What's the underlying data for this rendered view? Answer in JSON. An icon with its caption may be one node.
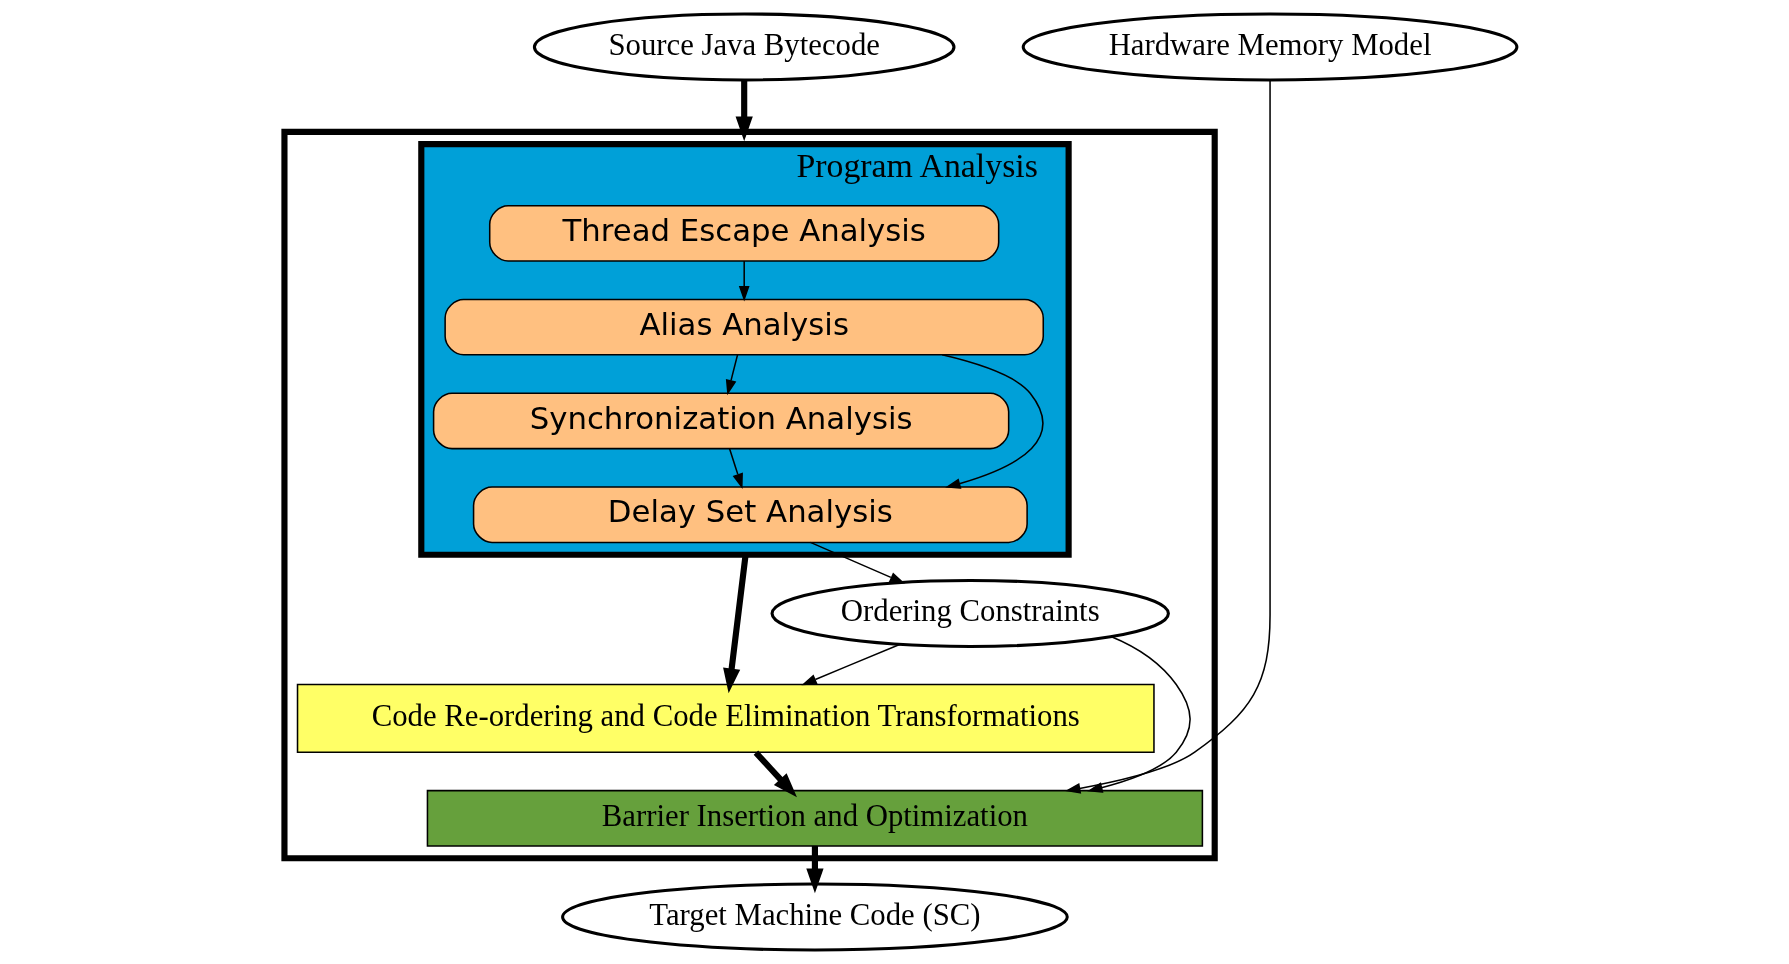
{
  "diagram": {
    "nodes": [
      {
        "text": [
          "Source Java Bytecode"
        ]
      },
      {
        "text": [
          "Hardware Memory Model"
        ]
      },
      {
        "text": [],
        "shape": "box"
      },
      {
        "text": [
          "Program Analysis"
        ],
        "in": 2
      },
      {
        "text": [
          "Thread Escape Analysis"
        ],
        "in": 3
      },
      {
        "text": [
          "Alias Analysis"
        ],
        "in": 3
      },
      {
        "text": [
          "Synchronization Analysis"
        ],
        "in": 3
      },
      {
        "text": [
          "Delay Set Analysis"
        ],
        "in": 3
      },
      {
        "text": [
          "Code Re-ordering and Code Elimination Transformations"
        ],
        "in": 2
      },
      {
        "text": [
          "Ordering Constraints"
        ],
        "in": 2
      },
      {
        "text": [
          "Barrier Insertion and Optimization"
        ],
        "in": 2
      },
      {
        "text": [
          "Target Machine Code (SC)"
        ]
      }
    ],
    "edges": [
      {
        "from": 0,
        "to": 2,
        "arrow": "to",
        "style": "thick"
      },
      {
        "from": 4,
        "to": 5,
        "arrow": "to"
      },
      {
        "from": 5,
        "to": 6,
        "arrow": "to"
      },
      {
        "from": 6,
        "to": 7,
        "arrow": "to"
      },
      {
        "from": 5,
        "to": 7,
        "arrow": "to"
      },
      {
        "from": 7,
        "to": 9,
        "arrow": "to"
      },
      {
        "from": 3,
        "to": 8,
        "arrow": "to",
        "style": "thick"
      },
      {
        "from": 9,
        "to": 8,
        "arrow": "to"
      },
      {
        "from": 9,
        "to": 10,
        "arrow": "to"
      },
      {
        "from": 8,
        "to": 10,
        "arrow": "to",
        "style": "thick"
      },
      {
        "from": 1,
        "to": 10,
        "arrow": "to"
      },
      {
        "from": 10,
        "to": 11,
        "arrow": "to",
        "style": "thick"
      }
    ]
  }
}
